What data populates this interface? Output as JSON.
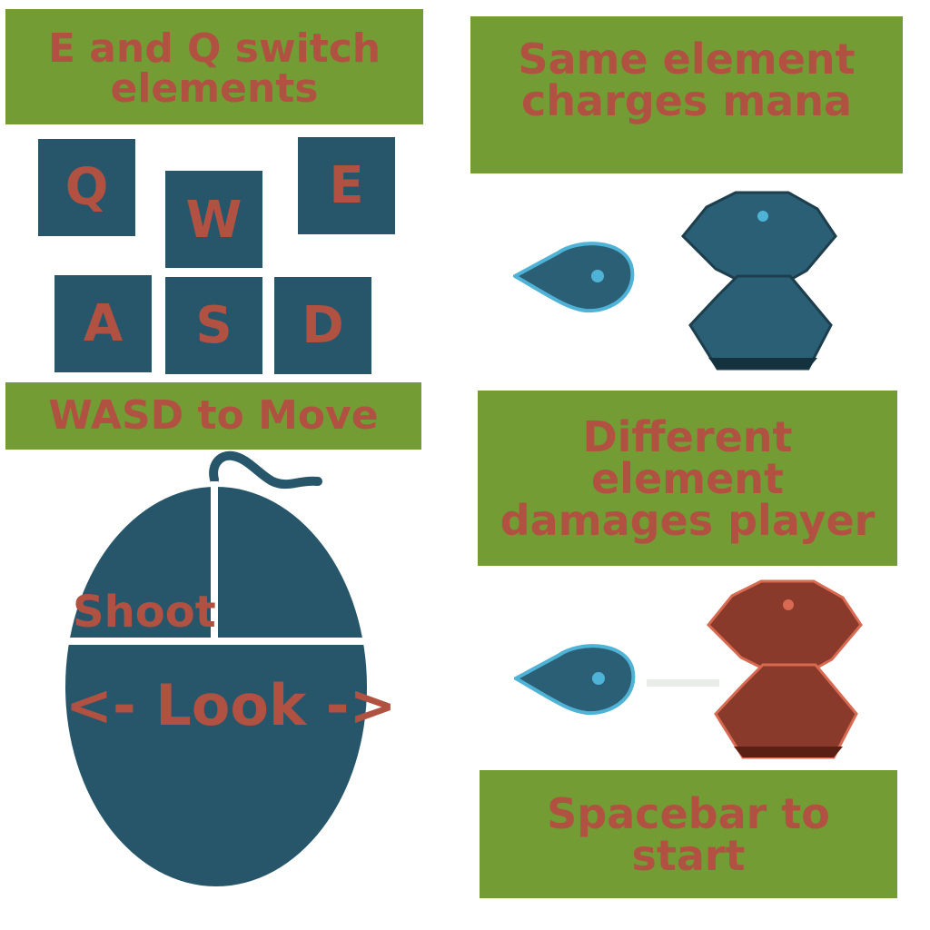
{
  "tutorial": {
    "switch_elements": "E and Q switch elements",
    "same_element": "Same element charges mana",
    "move": "WASD to Move",
    "different_element": "Different element damages player",
    "start": "Spacebar to start"
  },
  "keys": {
    "q": "Q",
    "w": "W",
    "e": "E",
    "a": "A",
    "s": "S",
    "d": "D"
  },
  "mouse": {
    "left_button_label": "Shoot",
    "move_label": "<- Look ->"
  },
  "colors": {
    "banner_green": "#739d34",
    "text_red": "#b05142",
    "key_blue": "#27566a",
    "water_blue": "#2b5f75",
    "fire_red": "#8a3a2a",
    "projectile_edge": "#4fb3d8"
  },
  "icons": {
    "blue_enemy": "water-enemy-figure",
    "red_enemy": "fire-enemy-figure",
    "projectile": "water-projectile"
  }
}
